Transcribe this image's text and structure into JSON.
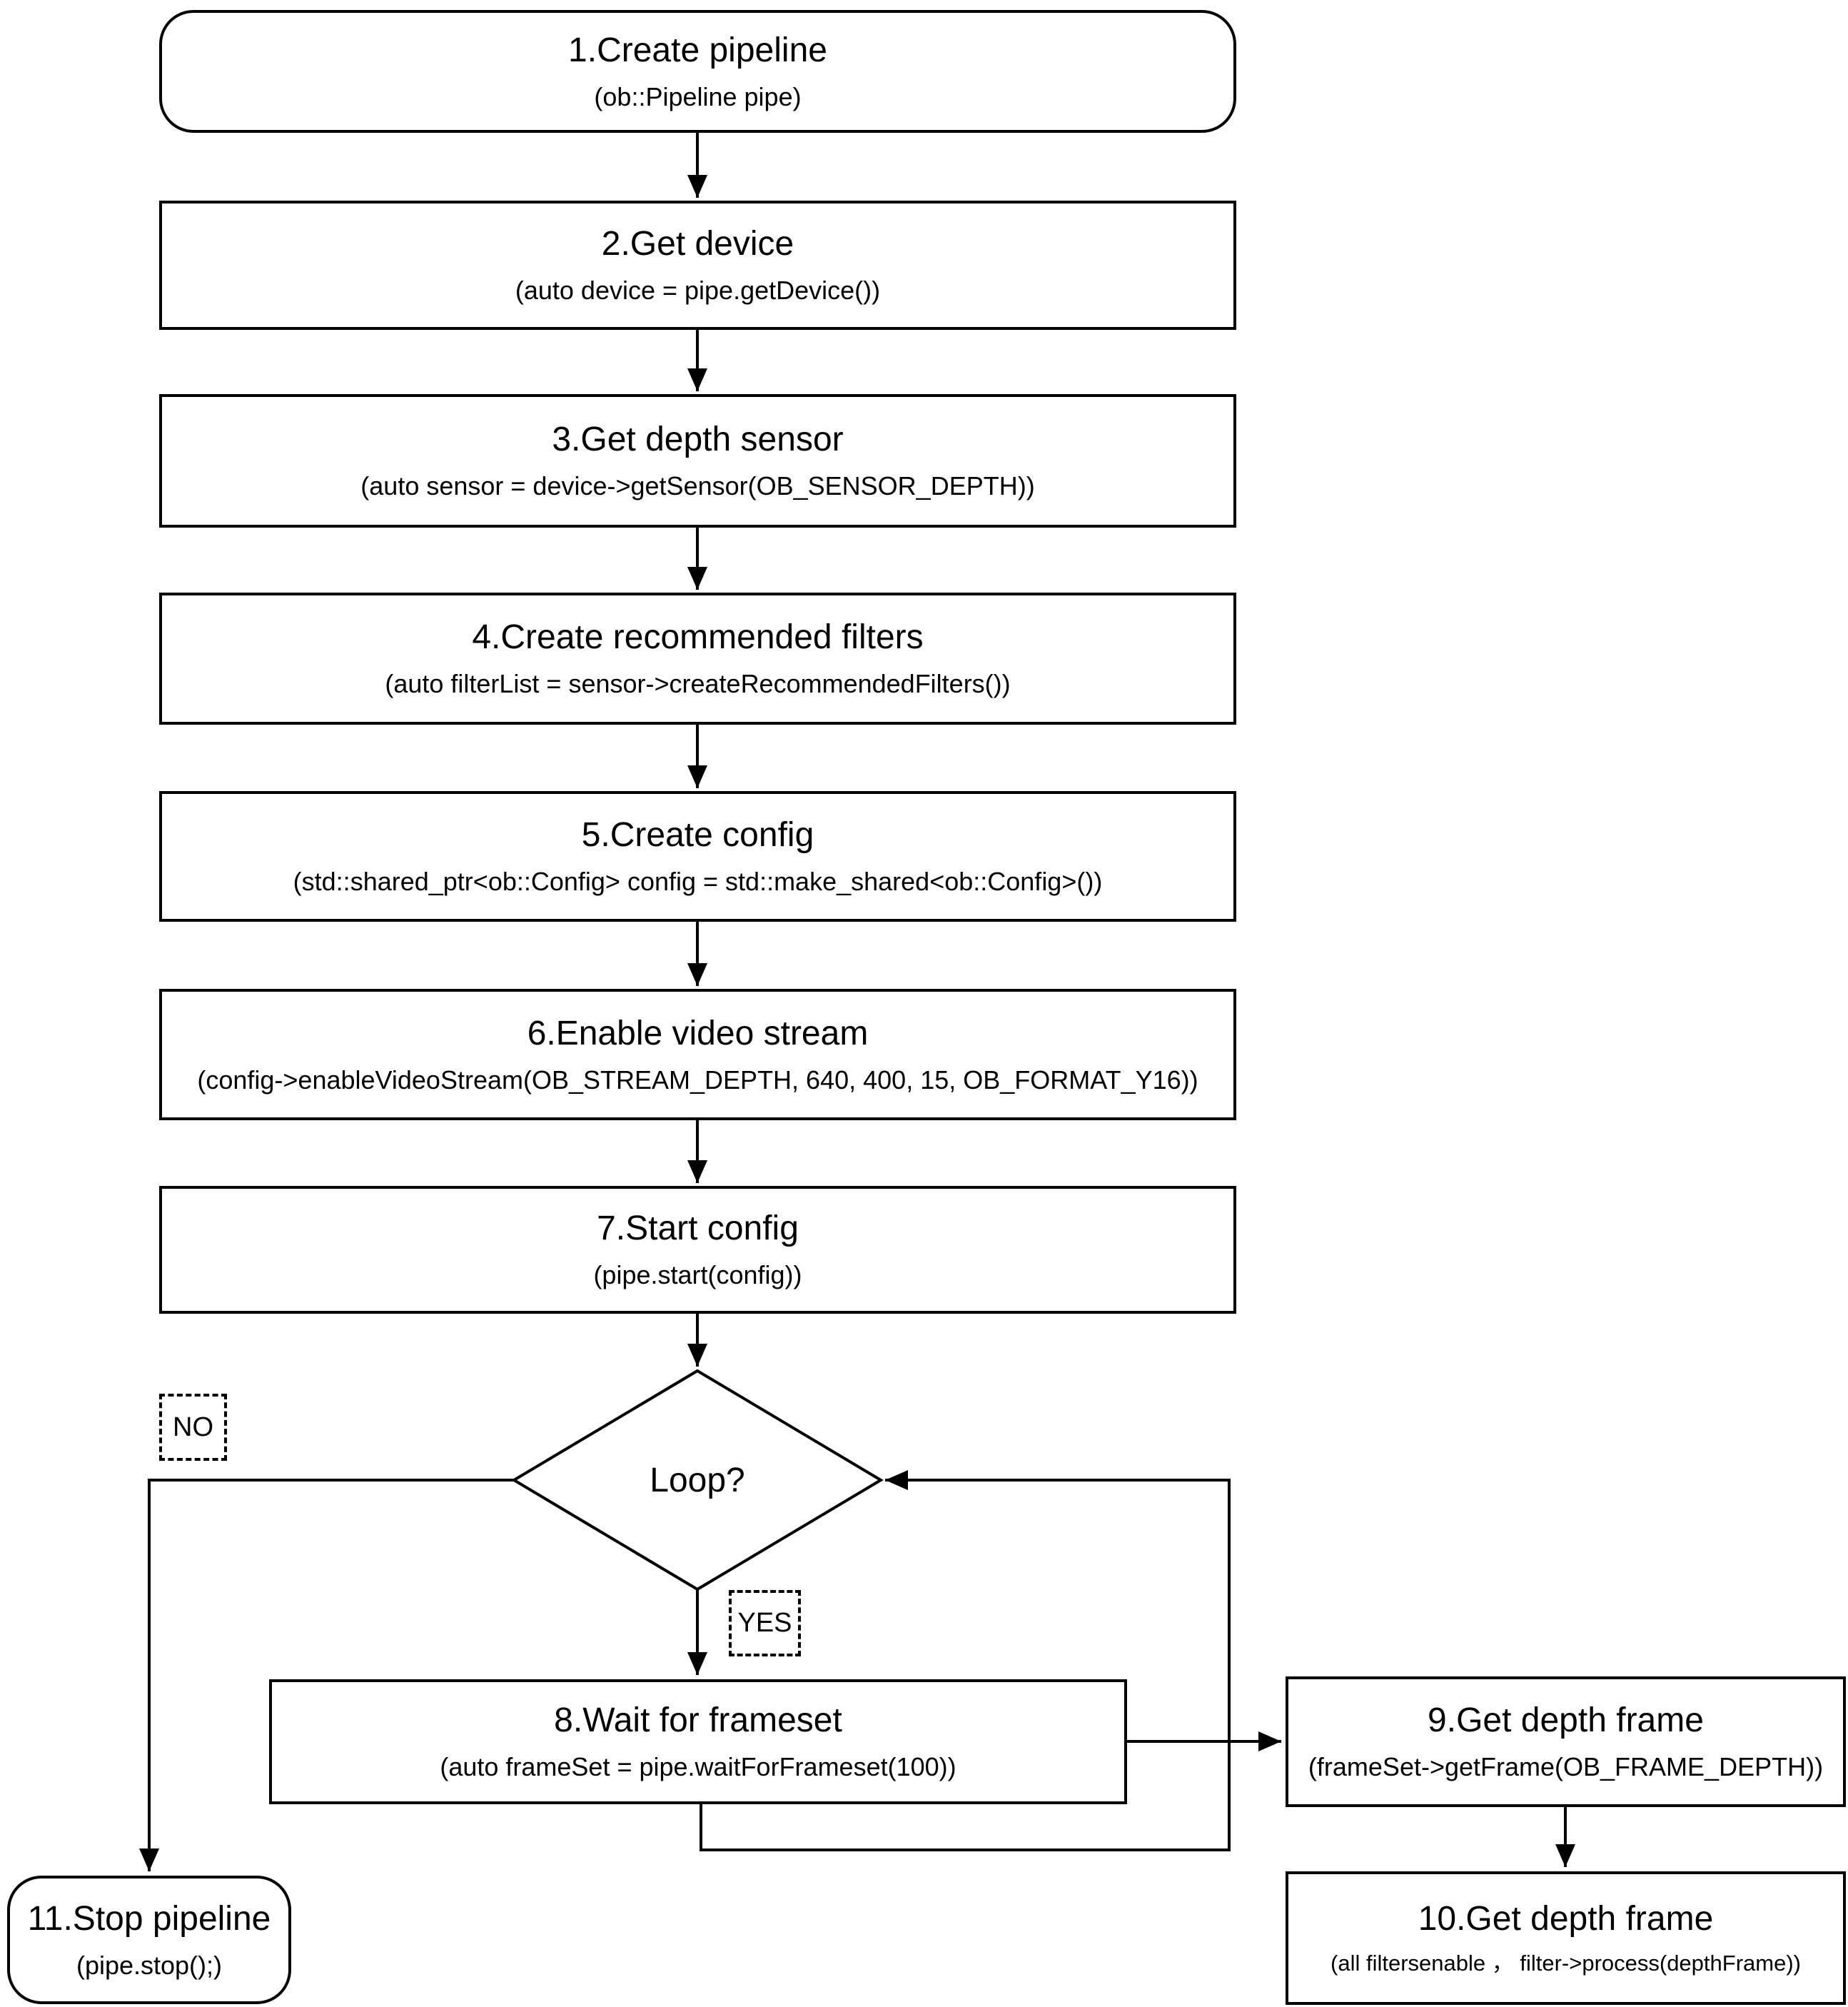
{
  "flowchart": {
    "nodes": [
      {
        "title": "1.Create pipeline",
        "code": "(ob::Pipeline pipe)"
      },
      {
        "title": "2.Get device",
        "code": "(auto device = pipe.getDevice())"
      },
      {
        "title": "3.Get depth sensor",
        "code": "(auto sensor = device->getSensor(OB_SENSOR_DEPTH))"
      },
      {
        "title": "4.Create recommended filters",
        "code": "(auto filterList = sensor->createRecommendedFilters())"
      },
      {
        "title": "5.Create config",
        "code": "(std::shared_ptr<ob::Config> config = std::make_shared<ob::Config>())"
      },
      {
        "title": "6.Enable video stream",
        "code": "(config->enableVideoStream(OB_STREAM_DEPTH, 640, 400, 15, OB_FORMAT_Y16))"
      },
      {
        "title": "7.Start config",
        "code": "(pipe.start(config))"
      },
      {
        "title": "8.Wait for frameset",
        "code": "(auto frameSet = pipe.waitForFrameset(100))"
      },
      {
        "title": "9.Get depth frame",
        "code": "(frameSet->getFrame(OB_FRAME_DEPTH))"
      },
      {
        "title": "10.Get depth frame",
        "code": "(all filtersenable ， filter->process(depthFrame))"
      },
      {
        "title": "11.Stop pipeline",
        "code": "(pipe.stop();)"
      }
    ],
    "decision": {
      "label": "Loop?"
    },
    "branch_labels": {
      "no": "NO",
      "yes": "YES"
    },
    "colors": {
      "stroke": "#000000",
      "fill": "#ffffff"
    }
  }
}
